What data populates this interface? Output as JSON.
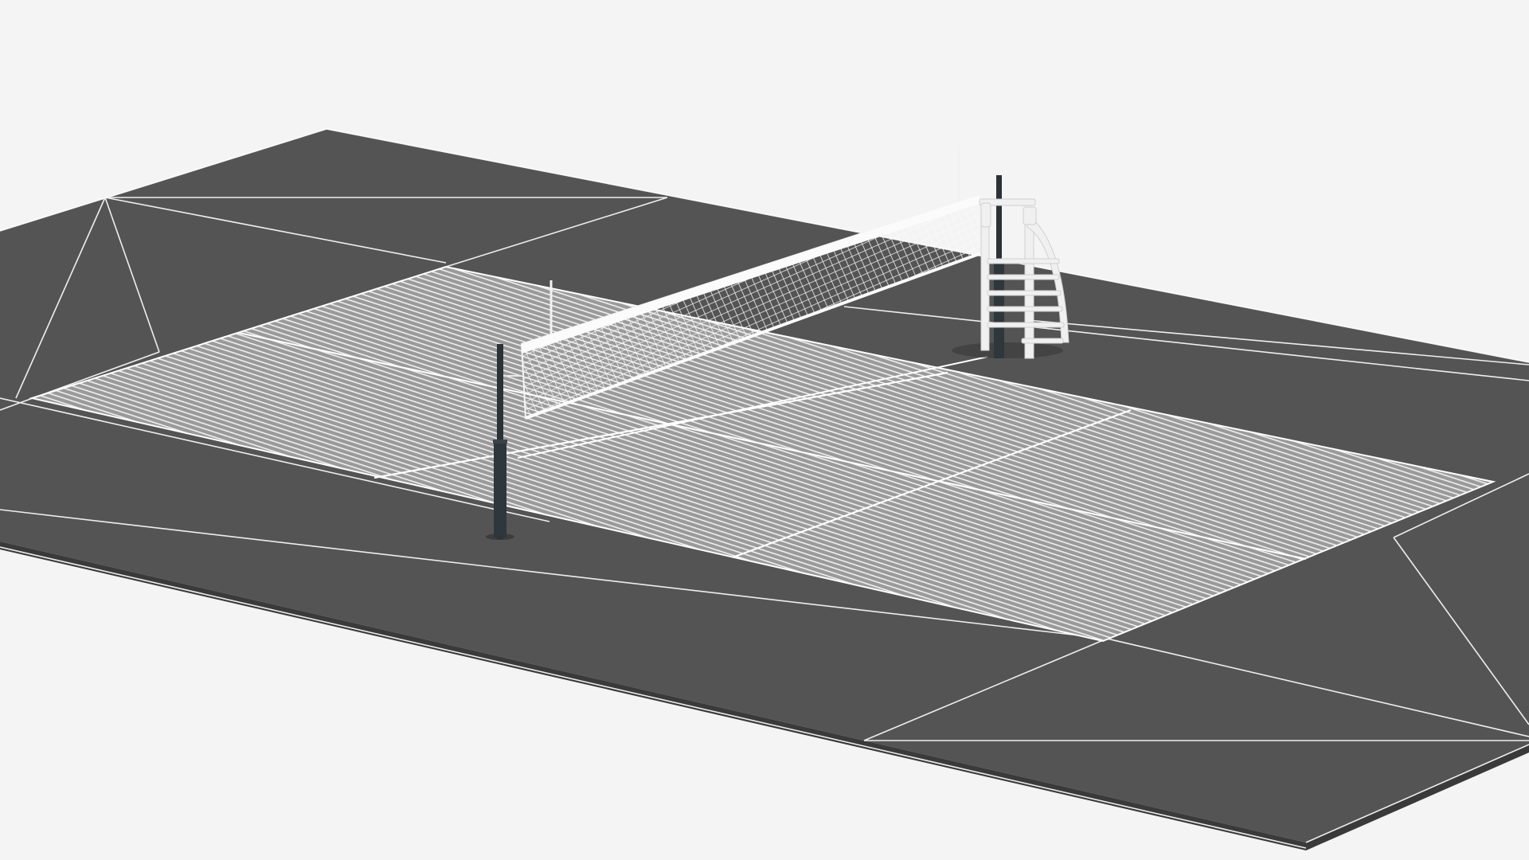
{
  "scene": {
    "subject": "volleyball-court-wireframe-render",
    "colors": {
      "background": "#f4f4f4",
      "ground": "#545454",
      "ground_edge": "#3a3a3a",
      "wire": "#ffffff",
      "court": "#bdbdbd",
      "post": "#2b3137"
    },
    "objects": [
      "ground-slab",
      "playing-court",
      "net",
      "net-post-front",
      "net-post-back",
      "referee-stand",
      "antenna"
    ]
  }
}
